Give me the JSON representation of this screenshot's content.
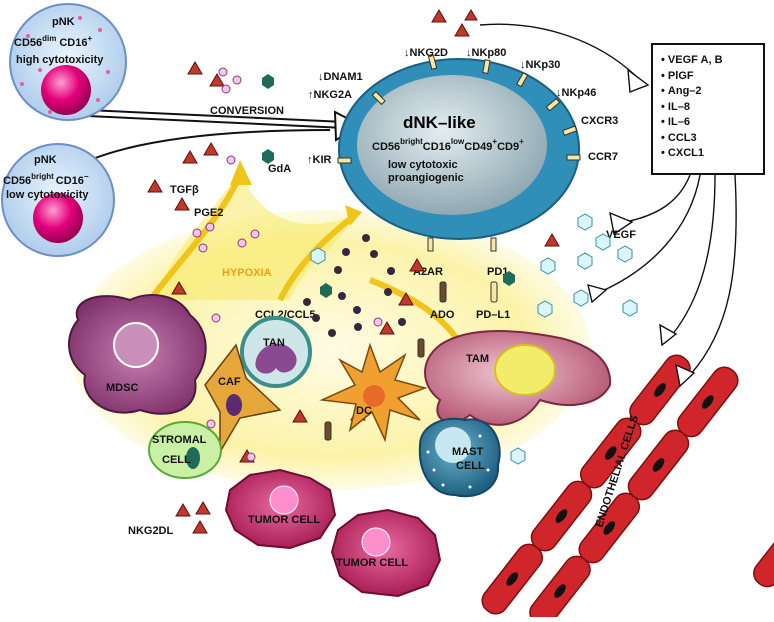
{
  "pnk_top": {
    "title": "pNK",
    "markers": "CD56dimCD16+",
    "m1": "CD56",
    "m1_sup": "dim",
    "m2": "CD16",
    "m2_sup": "+",
    "desc": "high cytotoxicity"
  },
  "pnk_bottom": {
    "title": "pNK",
    "m1": "CD56",
    "m1_sup": "bright",
    "m2": "CD16",
    "m2_sup": "−",
    "desc": "low cytotoxicity"
  },
  "conversion_label": "CONVERSION",
  "dnk": {
    "title": "dNK–like",
    "m1": "CD56",
    "m1_sup": "bright",
    "m2": "CD16",
    "m2_sup": "low",
    "m3": "CD49",
    "m3_sup": "+",
    "m4": "CD9",
    "m4_sup": "+",
    "desc1": "low cytotoxic",
    "desc2": "proangiogenic"
  },
  "receptors": {
    "dnam1": "↓DNAM1",
    "nkg2d": "↓NKG2D",
    "nkp80": "↓NKp80",
    "nkp30": "↓NKp30",
    "nkp46": "↓NKp46",
    "cxcr3": "CXCR3",
    "ccr7": "CCR7",
    "nkg2a": "↑NKG2A",
    "kir": "↑KIR",
    "a2ar": "A2AR",
    "pd1": "PD1"
  },
  "factors": [
    "VEGF A, B",
    "PlGF",
    "Ang–2",
    "IL–8",
    "IL–6",
    "CCL3",
    "CXCL1"
  ],
  "soluble": {
    "tgfb": "TGFβ",
    "pge2": "PGE2",
    "gda": "GdA",
    "vegf": "VEGF",
    "ado": "ADO",
    "pdl1": "PD–L1",
    "ccl2": "CCL2/CCL5",
    "hypoxia": "HYPOXIA",
    "nkg2dl": "NKG2DL"
  },
  "cells": {
    "mdsc": "MDSC",
    "caf": "CAF",
    "tan": "TAN",
    "dc": "DC",
    "tam": "TAM",
    "mast1": "MAST",
    "mast2": "CELL",
    "stromal1": "STROMAL",
    "stromal2": "CELL",
    "tumor1": "TUMOR CELL",
    "tumor2": "TUMOR CELL",
    "endothelial": "ENDOTHELIAL CELLS"
  },
  "colors": {
    "pnk_fill": "#c9dff3",
    "pnk_nucleus": "#e2007a",
    "dnk_outer": "#2f8fb8",
    "dnk_inner": "#9fb0b8",
    "hypoxia": "#f6e13a",
    "triangle": "#c0392b",
    "hexagon": "#1f6b5a",
    "vessel": "#d0262b"
  }
}
